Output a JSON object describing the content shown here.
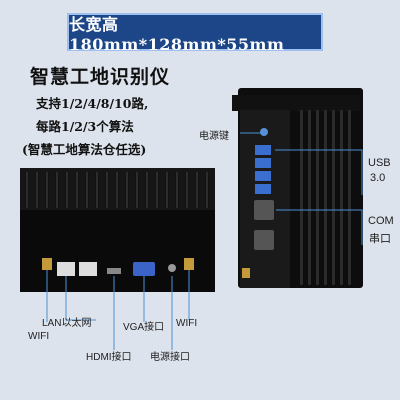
{
  "banner": {
    "dimensions": "长宽高180mm*128mm*55mm"
  },
  "product": {
    "title": "智慧工地识别仪",
    "features": [
      "支持1/2/4/8/10路,",
      "每路1/2/3个算法",
      "(智慧工地算法仓任选)"
    ]
  },
  "callouts": {
    "power_button": "电源键",
    "usb": "USB",
    "usb_version": "3.0",
    "com": "COM",
    "serial": "串口",
    "lan": "LAN以太网",
    "wifi_left": "WIFI",
    "hdmi": "HDMI接口",
    "vga": "VGA接口",
    "power_port": "电源接口",
    "wifi_right": "WIFI"
  },
  "colors": {
    "background": "#dde3ec",
    "banner": "#1d4688",
    "device_body": "#111111",
    "leader_line": "#4a90d9"
  }
}
